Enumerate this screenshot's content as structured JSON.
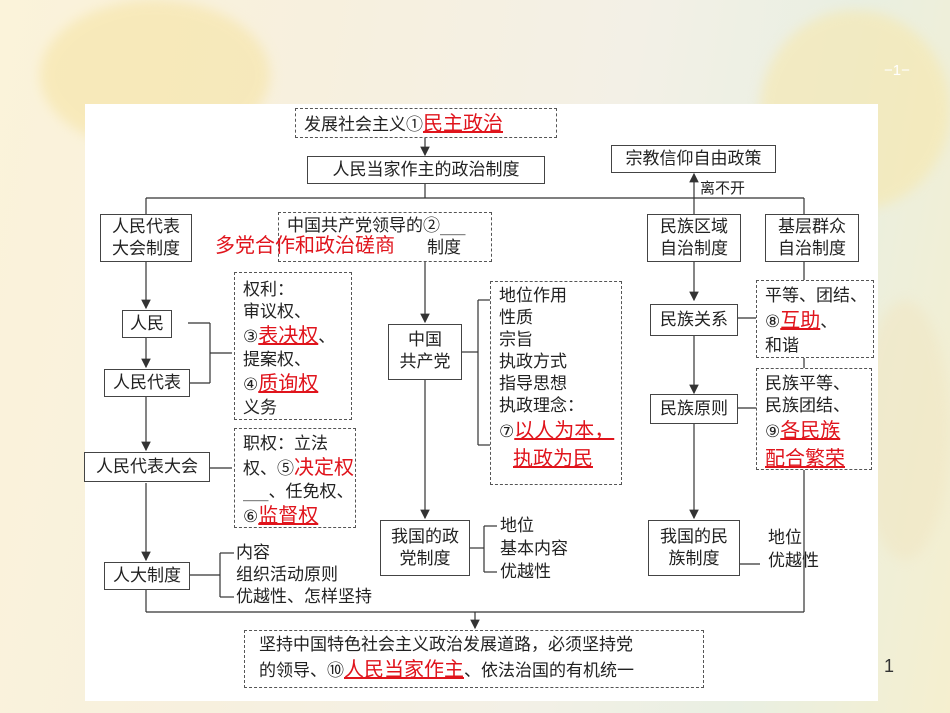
{
  "header": {
    "slide_marker": "−1−"
  },
  "footer": {
    "page_number": "1"
  },
  "colors": {
    "answer": "#e0141c",
    "panel": "#ffffff"
  },
  "top": {
    "prefix": "发展社会主义①",
    "answer1": "民主政治",
    "core": "人民当家作主的政治制度"
  },
  "left": {
    "npc_system": [
      "人民代表",
      "大会制度"
    ],
    "people": "人民",
    "deputies": "人民代表",
    "congress": "人民代表大会",
    "npc_short": "人大制度",
    "rights": {
      "title": "权利：",
      "l2": "审议权、",
      "q3": "③",
      "a3": "表决权",
      "sep": "、",
      "l4": "提案权、",
      "q4": "④",
      "a4": "质询权",
      "l6": "义务"
    },
    "powers": {
      "l1": "职权：立法",
      "l2": "权、⑤",
      "a5": "决定权",
      "l3": "___、任免权、",
      "q6": "⑥",
      "a6": "监督权"
    },
    "npc_items": [
      "内容",
      "组织活动原则",
      "优越性、怎样坚持"
    ]
  },
  "middle": {
    "cpc_line1": "中国共产党领导的②___",
    "cpc_line2": "制度",
    "answer2": "多党合作和政治磋商",
    "party": [
      "中国",
      "共产党"
    ],
    "party_items": [
      "地位作用",
      "性质",
      "宗旨",
      "执政方式",
      "指导思想",
      "执政理念："
    ],
    "q7": "⑦",
    "a7a": "以人为本，",
    "a7b": "执政为民",
    "party_system": [
      "我国的政",
      "党制度"
    ],
    "party_system_items": [
      "地位",
      "基本内容",
      "优越性"
    ]
  },
  "right": {
    "religion": "宗教信仰自由政策",
    "inseparable": "离不开",
    "regional": [
      "民族区域",
      "自治制度"
    ],
    "grassroots": [
      "基层群众",
      "自治制度"
    ],
    "relations": "民族关系",
    "rel_l1": "平等、团结、",
    "q8": "⑧",
    "a8": "互助",
    "rel_sep": "、",
    "rel_l3": "和谐",
    "principles": "民族原则",
    "pr_l1": "民族平等、",
    "pr_l2": "民族团结、",
    "q9": "⑨",
    "a9a": "各民族",
    "a9b": "配合繁荣",
    "ethnic_system": [
      "我国的民",
      "族制度"
    ],
    "ethnic_items": [
      "地位",
      "优越性"
    ]
  },
  "bottom": {
    "line1": "坚持中国特色社会主义政治发展道路，必须坚持党",
    "l2a": "的领导、⑩",
    "answer10": "人民当家作主",
    "l2b": "、依法治国的有机统一"
  }
}
